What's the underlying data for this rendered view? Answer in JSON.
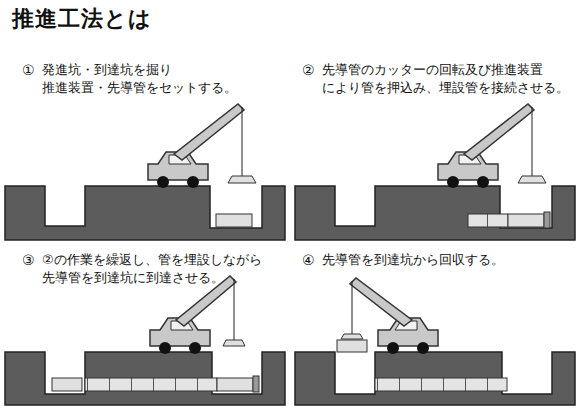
{
  "diagram": {
    "title": "推進工法とは",
    "labels": [
      "①",
      "発進坑・到達坑を掘り 推進装置・先導管をセットする。",
      "②",
      "先導管のカッターの回転及び推進装置 により管を押込み、埋設管を接続させる。",
      "③",
      "②の作業を繰返し、管を埋設しながら 先導管を到達坑に到達させる。",
      "④",
      "先導管を到達坑から回収する。"
    ]
  }
}
